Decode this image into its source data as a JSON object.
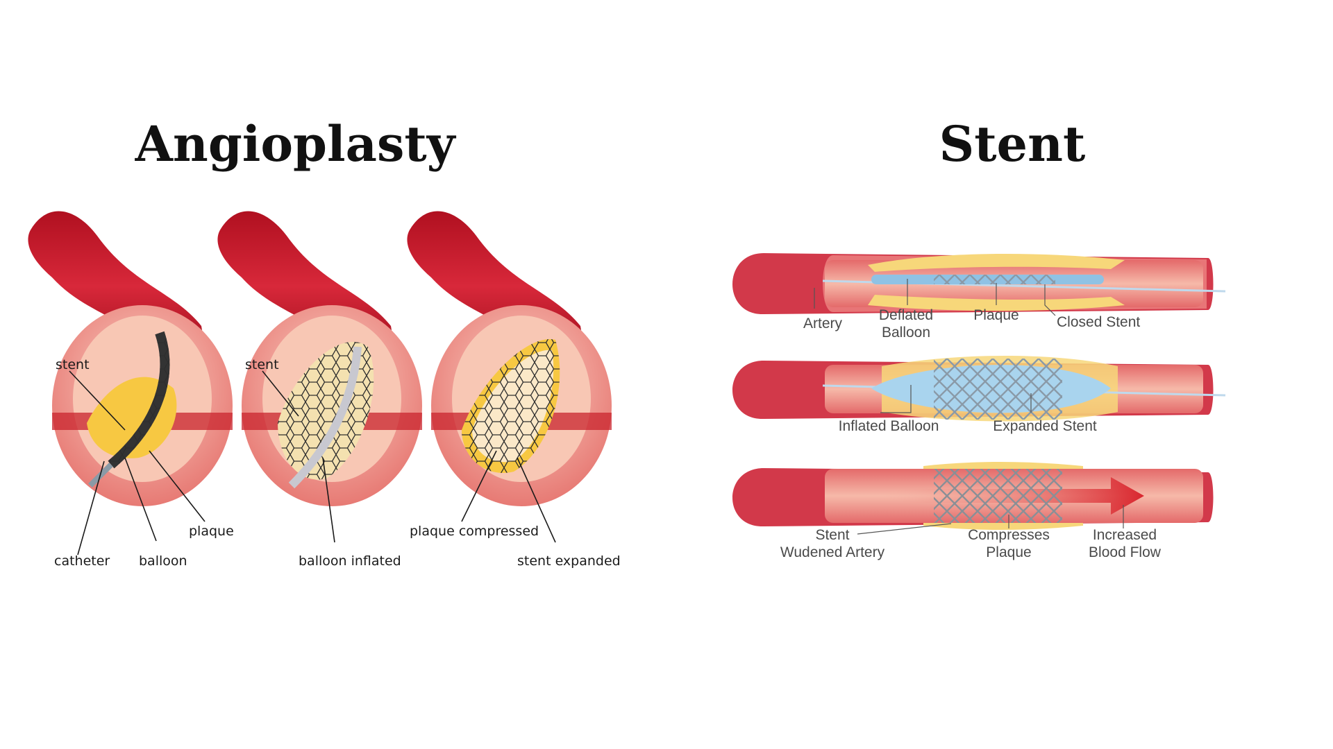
{
  "titles": {
    "left": "Angioplasty",
    "right": "Stent"
  },
  "angioplasty": {
    "panel1": {
      "stent": "stent",
      "catheter": "catheter",
      "balloon": "balloon",
      "plaque": "plaque"
    },
    "panel2": {
      "stent": "stent",
      "balloon_inflated": "balloon inflated"
    },
    "panel3": {
      "plaque_compressed": "plaque compressed",
      "stent_expanded": "stent expanded"
    }
  },
  "stent": {
    "row1": {
      "artery": "Artery",
      "deflated_1": "Deflated",
      "deflated_2": "Balloon",
      "plaque": "Plaque",
      "closed_stent": "Closed Stent"
    },
    "row2": {
      "inflated_balloon": "Inflated Balloon",
      "expanded_stent": "Expanded Stent"
    },
    "row3": {
      "stent_1": "Stent",
      "stent_2": "Wudened Artery",
      "compresses_1": "Compresses",
      "compresses_2": "Plaque",
      "increased_1": "Increased",
      "increased_2": "Blood Flow"
    }
  },
  "colors": {
    "artery_dark": "#c81e2c",
    "artery_wall": "#f08a80",
    "lumen": "#f6b3a3",
    "plaque": "#f7c842",
    "stent_mesh": "#333333",
    "balloon": "#a9d4ee",
    "flow_arrow": "#d9262e"
  }
}
